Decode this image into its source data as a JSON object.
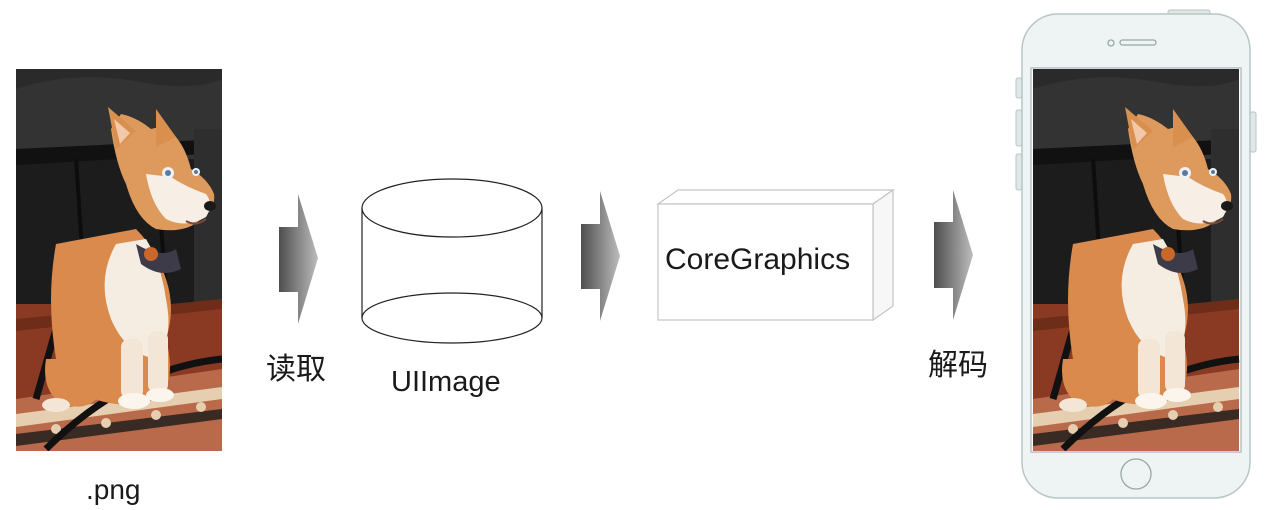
{
  "diagram": {
    "source_label": ".png",
    "step1_label": "读取",
    "store_label": "UIImage",
    "engine_label": "CoreGraphics",
    "step2_label": "解码",
    "image_subject": "corgi-dog-photo",
    "colors": {
      "arrow_dark": "#555555",
      "arrow_light": "#b5b5b5",
      "outline": "#222222",
      "box_outline": "#c8c8c8",
      "phone_body": "#eef3f3",
      "phone_outline": "#b9c6c6"
    }
  }
}
